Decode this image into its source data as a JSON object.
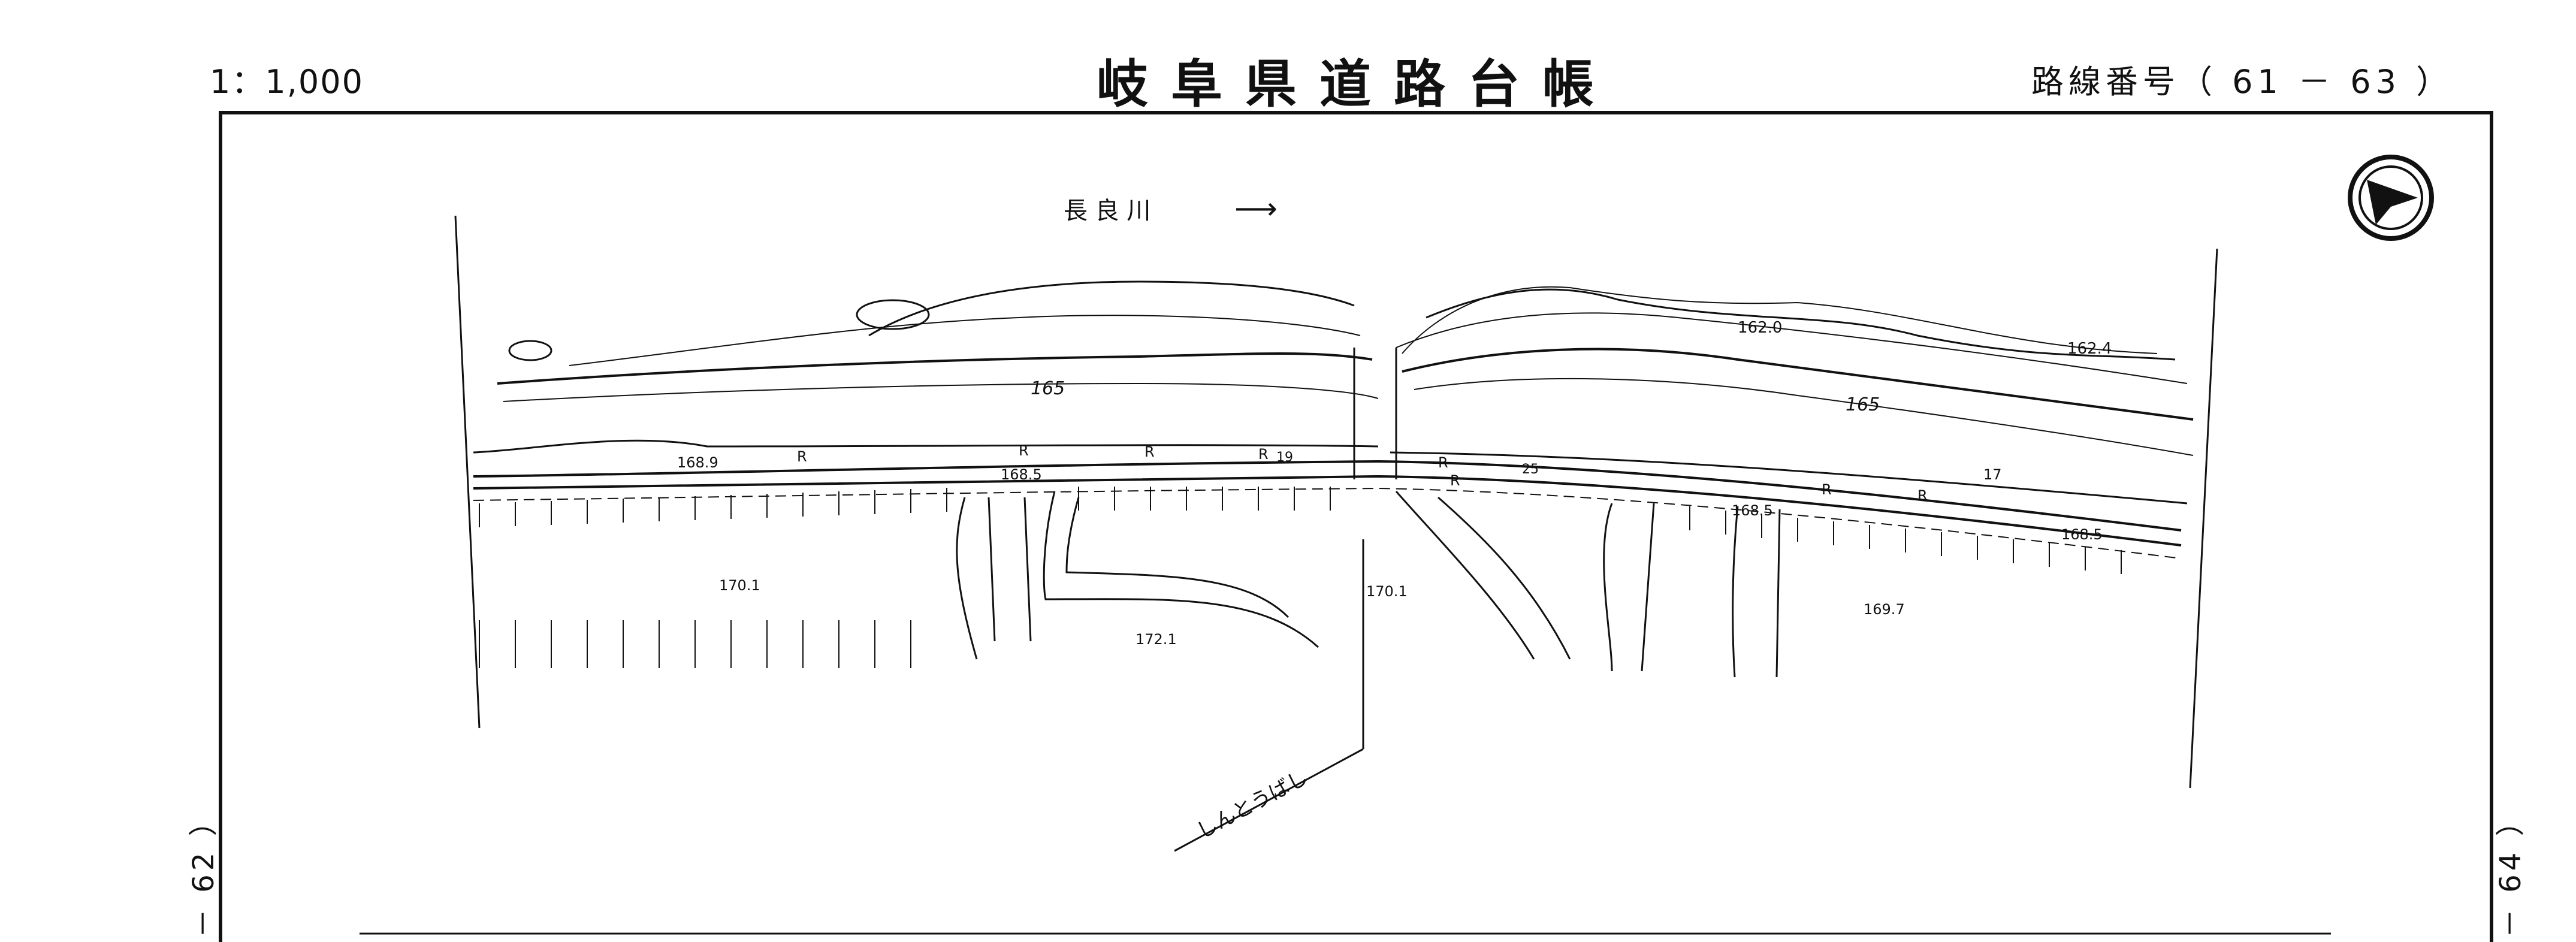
{
  "header": {
    "scale": "1：1,000",
    "title": "岐阜県道路台帳",
    "route_label": "路線番号（",
    "route_from": "61",
    "route_sep": "－",
    "route_to": "63",
    "route_close": "）"
  },
  "map": {
    "river_label": "長 良 川",
    "river_arrow": "⟶",
    "bridge_name": "しんとうばし",
    "contour_labels": [
      "165",
      "165"
    ],
    "elevations": [
      "162.0",
      "162.4",
      "168.9",
      "168.5",
      "170.1",
      "172.1",
      "170.1",
      "168.5",
      "169.7",
      "168.5"
    ],
    "symbols": [
      "R",
      "R",
      "R",
      "R",
      "R",
      "R",
      "R",
      "R"
    ],
    "misc": [
      "17",
      "25",
      "19"
    ]
  },
  "sheet_refs": {
    "left": "－ 62 ）",
    "right": "－ 64 ）"
  },
  "compass": {
    "name": "north-arrow"
  }
}
